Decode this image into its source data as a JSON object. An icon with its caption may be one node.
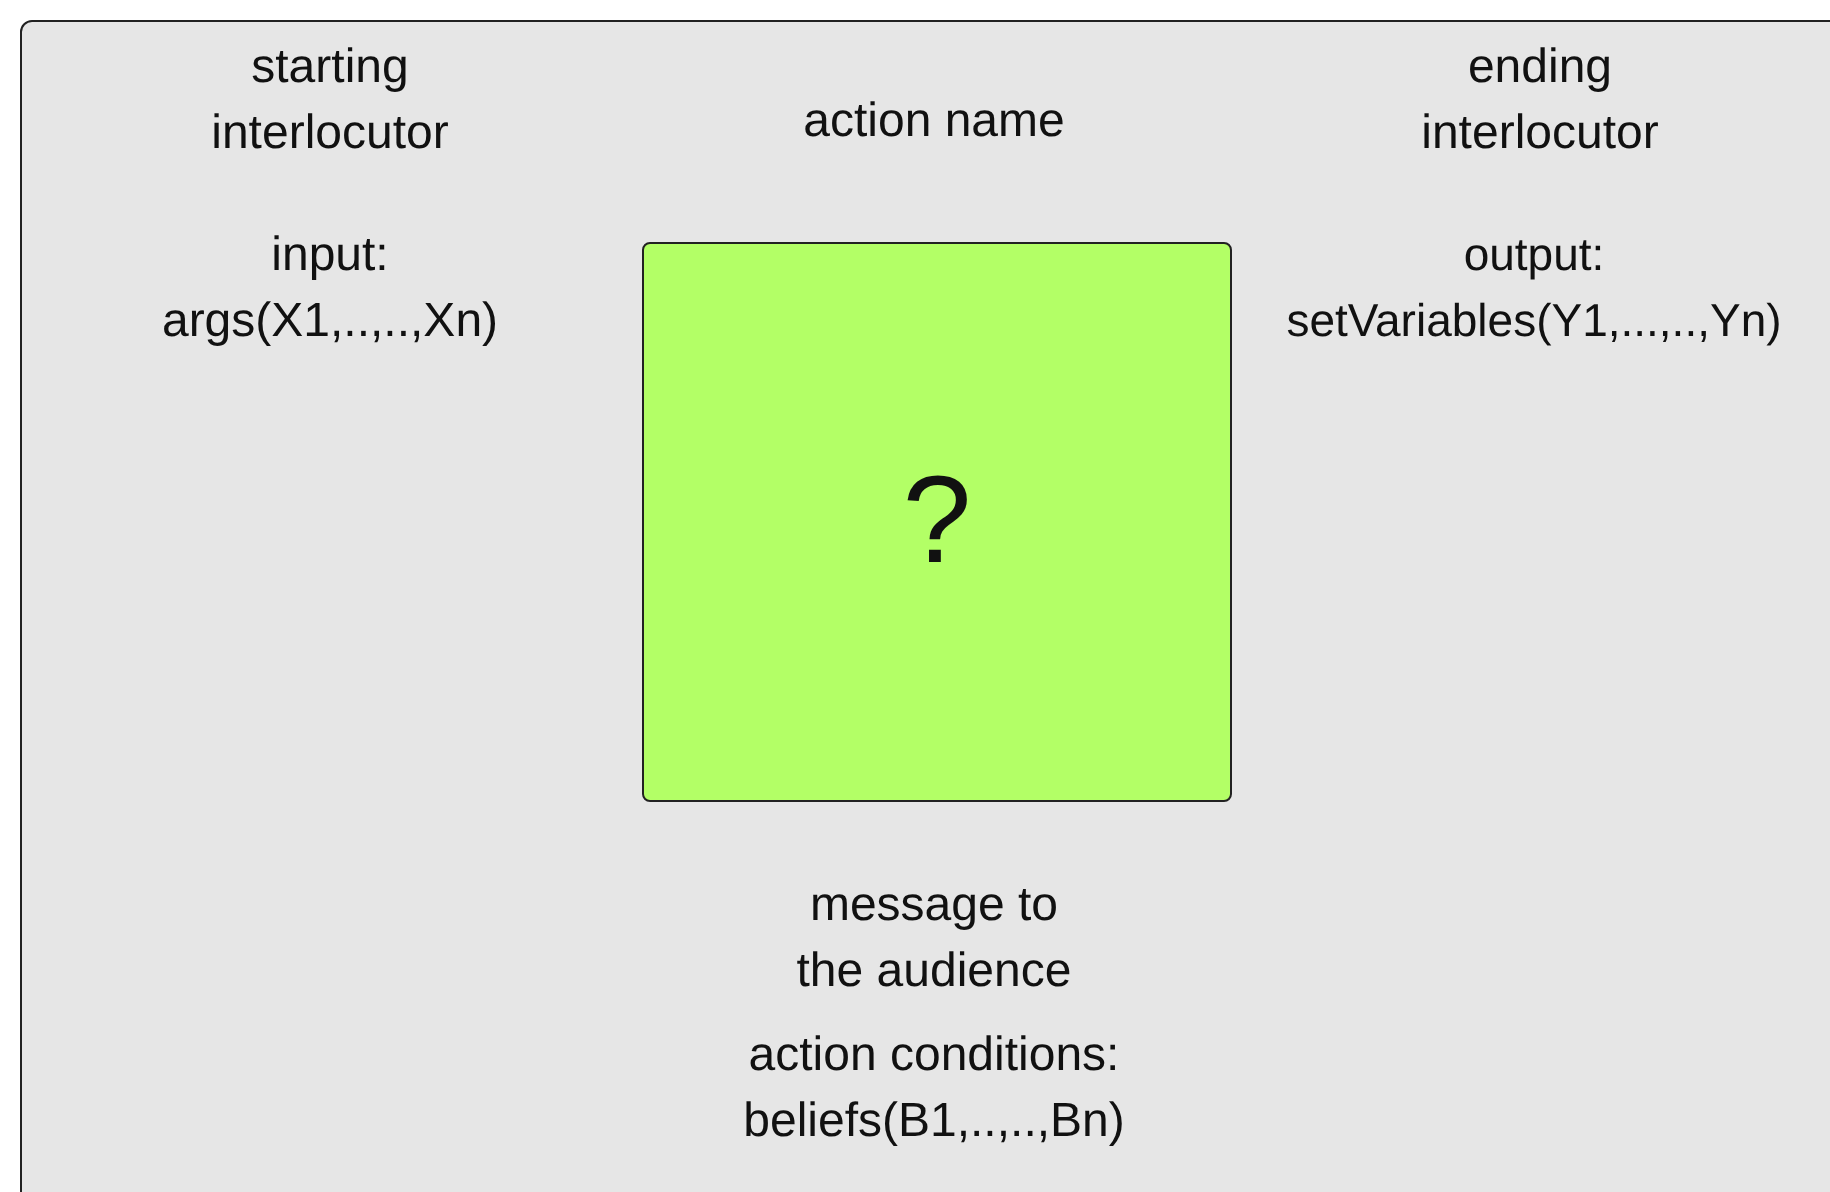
{
  "diagram": {
    "nodes": [
      {
        "text": [],
        "shape": "box"
      },
      {
        "text": [
          "?"
        ],
        "in": 0
      }
    ],
    "labels": [
      "starting interlocutor",
      "action name",
      "ending interlocutor",
      "input: args(X1,..,..,Xn)",
      "output: setVariables(Y1,...,..,Yn)",
      "message to the audience",
      "action conditions: beliefs(B1,..,..,Bn)"
    ]
  }
}
